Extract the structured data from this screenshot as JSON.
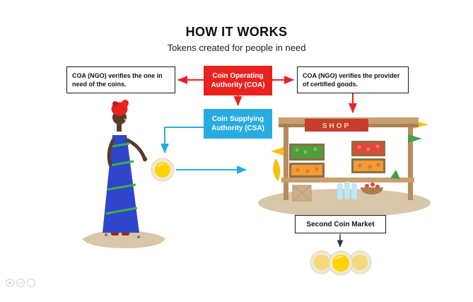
{
  "header": {
    "title": "HOW IT WORKS",
    "subtitle": "Tokens created for people in need"
  },
  "nodes": {
    "left_note": {
      "label": "COA (NGO) verifies the one in need of the coins."
    },
    "coa": {
      "label": "Coin Operating Authority (COA)",
      "color": "#e8231f"
    },
    "right_note": {
      "label": "COA (NGO) verifies the provider of certified goods."
    },
    "csa": {
      "label": "Coin Supplying Authority (CSA)",
      "color": "#29abe2"
    },
    "second_market": {
      "label": "Second Coin Market"
    }
  },
  "shop": {
    "sign_label": "SHOP"
  },
  "icons": {
    "coin": "coin-icon",
    "woman": "woman-illustration",
    "shop_stall": "shop-stall-illustration",
    "watermark": "watermark-badge-icons"
  },
  "colors": {
    "red": "#e8231f",
    "blue": "#29abe2",
    "coin_yellow": "#ffd400",
    "coin_ring": "#f0e9d2",
    "wood": "#c9a06f",
    "wood_dark": "#a97f55",
    "ground": "#d8c7a8",
    "dark_arrow": "#333333"
  }
}
